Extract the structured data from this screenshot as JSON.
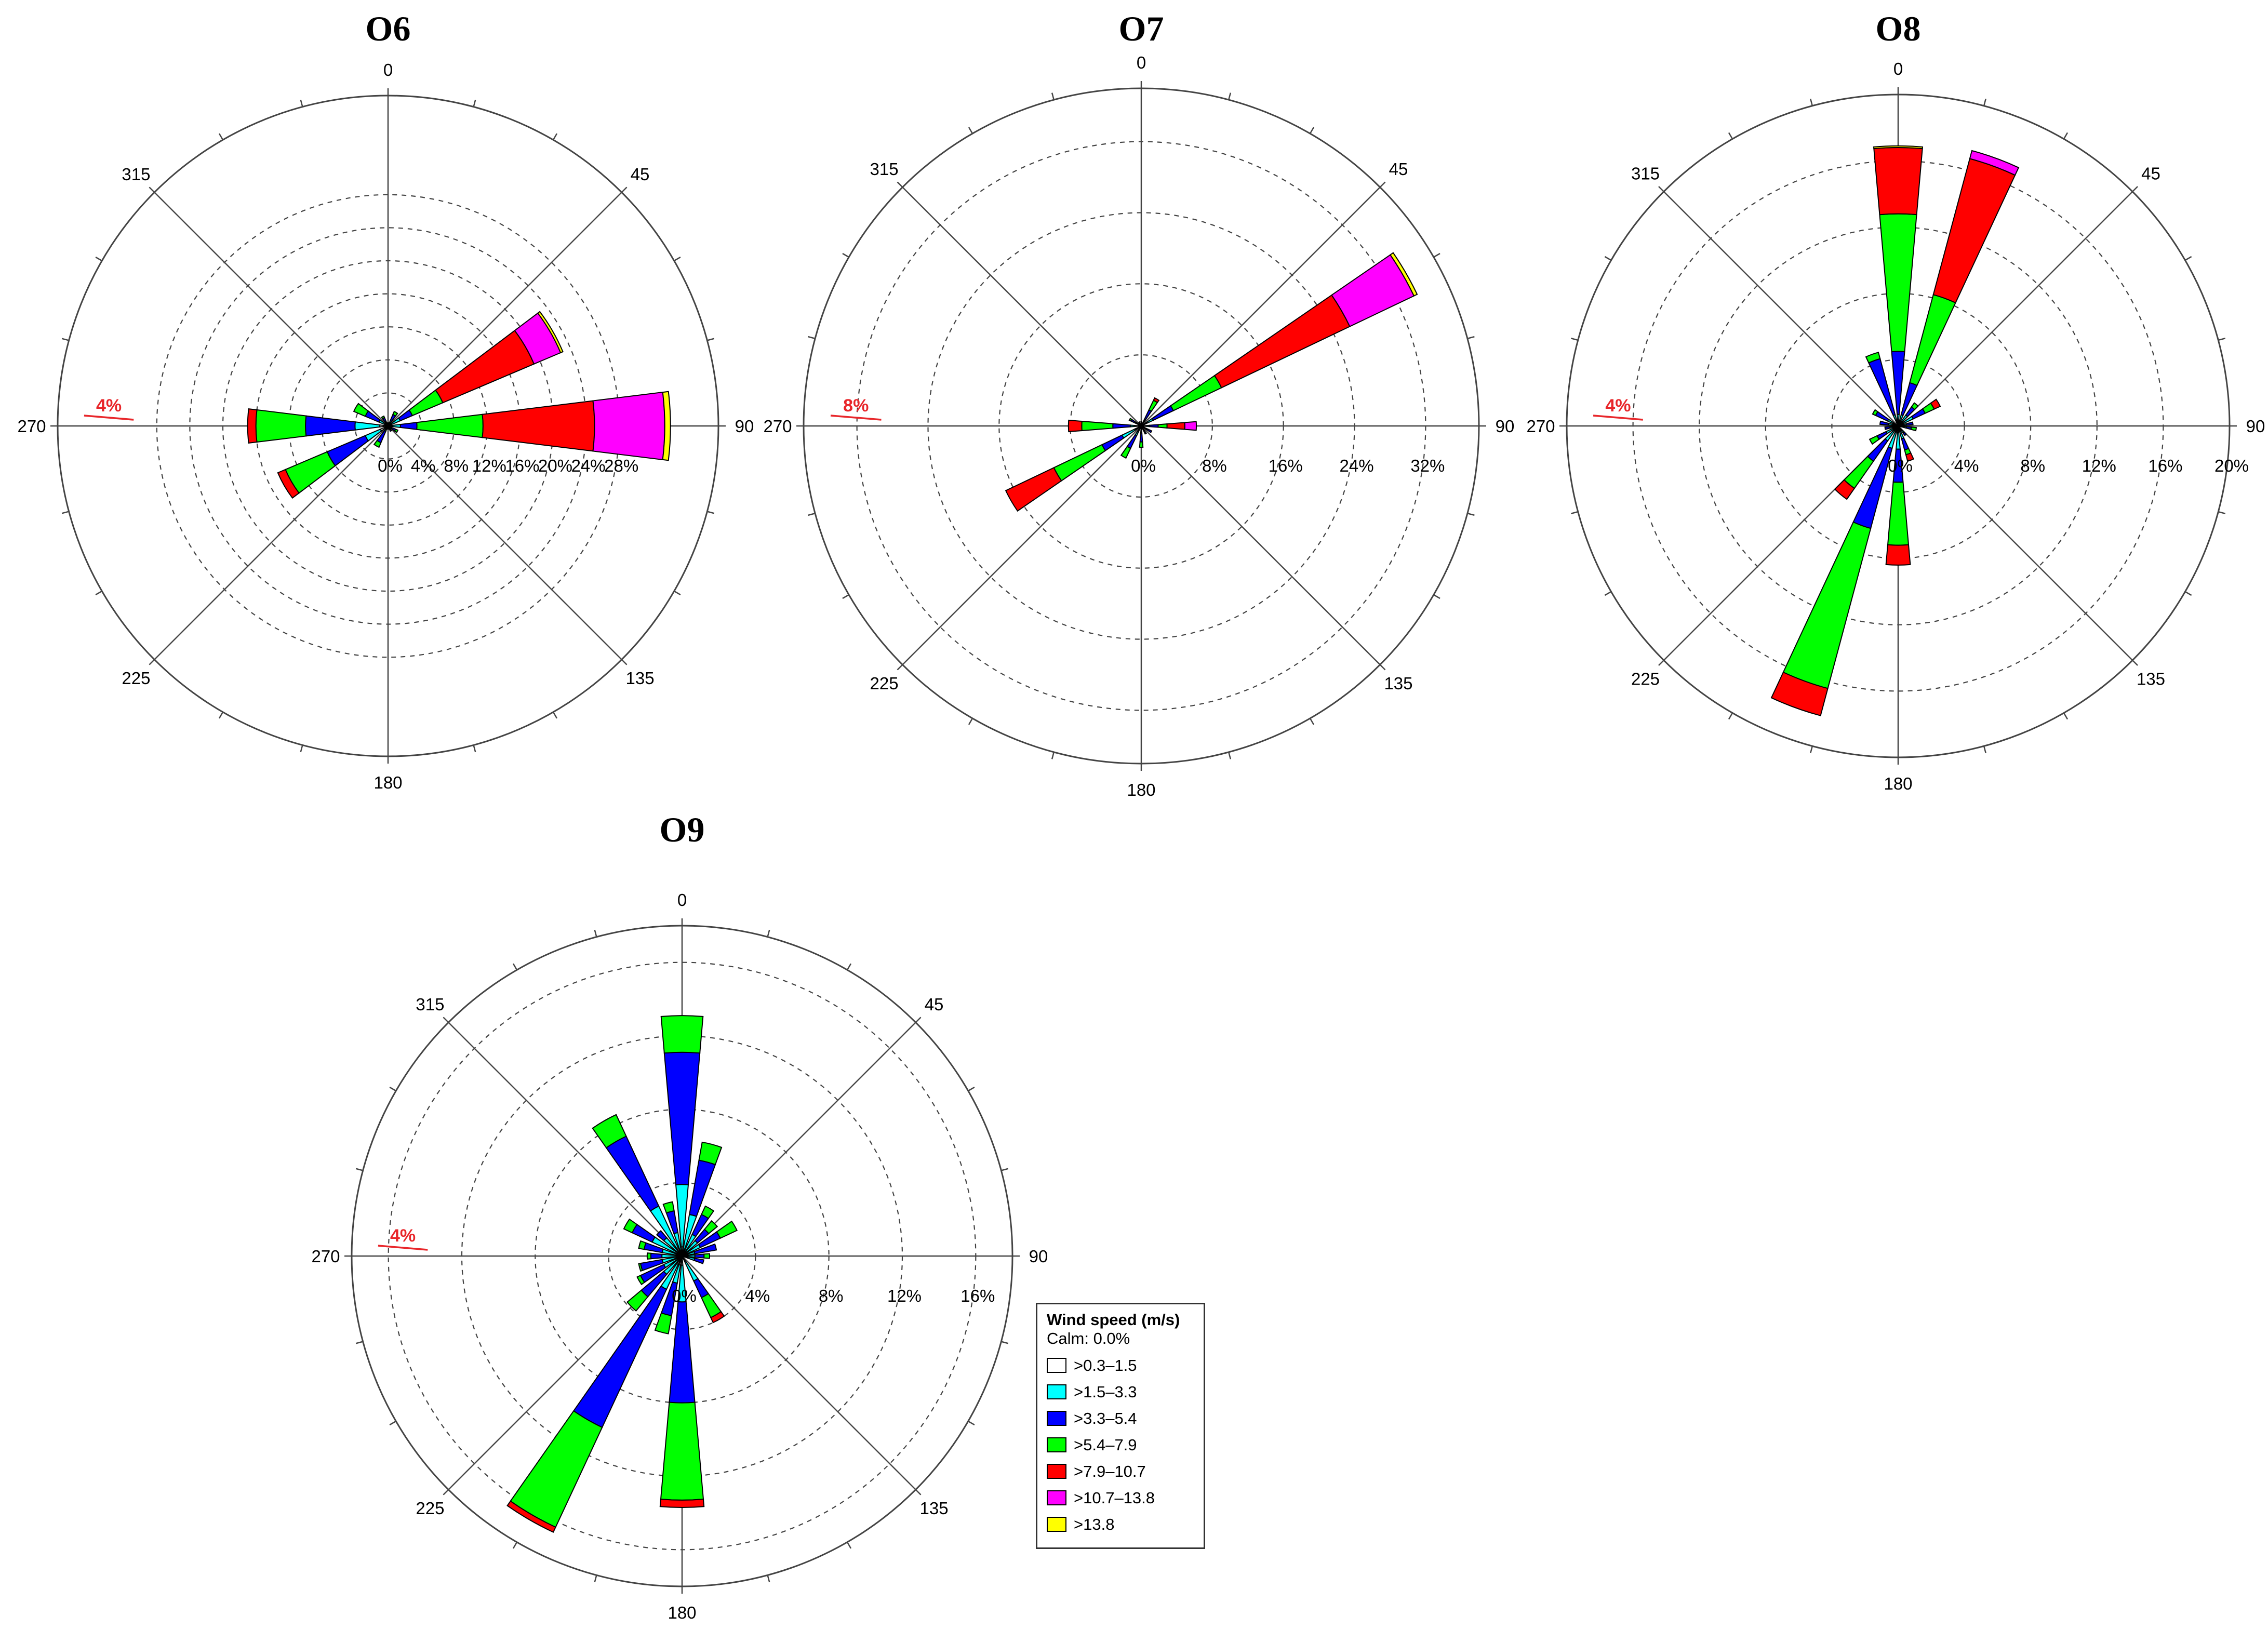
{
  "legend": {
    "title": "Wind speed (m/s)",
    "calm": "Calm: 0.0%",
    "bins": [
      {
        "label": ">0.3–1.5",
        "color": "#ffffff"
      },
      {
        "label": ">1.5–3.3",
        "color": "#00ffff"
      },
      {
        "label": ">3.3–5.4",
        "color": "#0000ff"
      },
      {
        "label": ">5.4–7.9",
        "color": "#00ff00"
      },
      {
        "label": ">7.9–10.7",
        "color": "#ff0000"
      },
      {
        "label": ">10.7–13.8",
        "color": "#ff00ff"
      },
      {
        "label": ">13.8",
        "color": "#ffff00"
      }
    ]
  },
  "chart_data": [
    {
      "type": "wind-rose",
      "title": "O6",
      "direction_labels": [
        "0",
        "45",
        "90",
        "135",
        "180",
        "225",
        "270",
        "315"
      ],
      "radial_ticks": [
        0,
        4,
        8,
        12,
        16,
        20,
        24,
        28
      ],
      "radial_tick_labels": [
        "0%",
        "4%",
        "8%",
        "12%",
        "16%",
        "20%",
        "24%",
        "28%"
      ],
      "rmax": 40,
      "scale_marker": "4%",
      "sectors": [
        {
          "dir": 0,
          "bins": [
            0.2,
            0.2,
            0.0,
            0,
            0,
            0,
            0
          ]
        },
        {
          "dir": 30,
          "bins": [
            0.3,
            0.4,
            0.8,
            0.4,
            0,
            0,
            0
          ]
        },
        {
          "dir": 60,
          "bins": [
            0.4,
            1.2,
            1.6,
            4.0,
            12.0,
            3.5,
            0.3
          ]
        },
        {
          "dir": 90,
          "bins": [
            0.5,
            1.0,
            2.0,
            8.0,
            13.5,
            8.5,
            0.7
          ]
        },
        {
          "dir": 120,
          "bins": [
            0.2,
            0.2,
            0.6,
            0.3,
            0,
            0,
            0
          ]
        },
        {
          "dir": 150,
          "bins": [
            0.2,
            0.2,
            0.3,
            0,
            0,
            0,
            0
          ]
        },
        {
          "dir": 180,
          "bins": [
            0.2,
            0.2,
            0,
            0,
            0,
            0,
            0
          ]
        },
        {
          "dir": 210,
          "bins": [
            0.3,
            0.4,
            1.5,
            0.6,
            0,
            0,
            0
          ]
        },
        {
          "dir": 240,
          "bins": [
            1.0,
            2.0,
            5.0,
            5.5,
            1.0,
            0,
            0
          ]
        },
        {
          "dir": 270,
          "bins": [
            1.0,
            3.0,
            6.0,
            6.0,
            1.0,
            0,
            0
          ]
        },
        {
          "dir": 300,
          "bins": [
            0.4,
            0.8,
            1.8,
            1.5,
            0,
            0,
            0
          ]
        },
        {
          "dir": 330,
          "bins": [
            0.2,
            0.4,
            0.5,
            0.2,
            0,
            0,
            0
          ]
        }
      ]
    },
    {
      "type": "wind-rose",
      "title": "O7",
      "direction_labels": [
        "0",
        "45",
        "90",
        "135",
        "180",
        "225",
        "270",
        "315"
      ],
      "radial_ticks": [
        0,
        8,
        16,
        24,
        32
      ],
      "radial_tick_labels": [
        "0%",
        "8%",
        "16%",
        "24%",
        "32%"
      ],
      "rmax": 38,
      "scale_marker": "8%",
      "sectors": [
        {
          "dir": 0,
          "bins": [
            0.2,
            0.3,
            0,
            0,
            0,
            0,
            0
          ]
        },
        {
          "dir": 30,
          "bins": [
            0.3,
            0.5,
            1.2,
            1.2,
            0.3,
            0,
            0
          ]
        },
        {
          "dir": 60,
          "bins": [
            0.5,
            1.0,
            2.5,
            6.0,
            16.0,
            8.0,
            0.4
          ]
        },
        {
          "dir": 90,
          "bins": [
            0.3,
            0.6,
            1.0,
            1.0,
            2.0,
            1.3,
            0
          ]
        },
        {
          "dir": 120,
          "bins": [
            0.3,
            0.4,
            0.6,
            0,
            0,
            0,
            0
          ]
        },
        {
          "dir": 150,
          "bins": [
            0.2,
            0.3,
            0.5,
            0,
            0,
            0,
            0
          ]
        },
        {
          "dir": 180,
          "bins": [
            0.3,
            0.5,
            1.0,
            0.6,
            0,
            0,
            0
          ]
        },
        {
          "dir": 210,
          "bins": [
            0.4,
            0.8,
            1.6,
            1.2,
            0,
            0,
            0
          ]
        },
        {
          "dir": 240,
          "bins": [
            0.8,
            1.6,
            2.5,
            6.0,
            6.0,
            0,
            0
          ]
        },
        {
          "dir": 270,
          "bins": [
            0.4,
            0.8,
            2.0,
            3.5,
            1.5,
            0,
            0
          ]
        },
        {
          "dir": 300,
          "bins": [
            0.3,
            0.4,
            0.6,
            0.2,
            0,
            0,
            0
          ]
        },
        {
          "dir": 330,
          "bins": [
            0.2,
            0.3,
            0,
            0,
            0,
            0,
            0
          ]
        }
      ]
    },
    {
      "type": "wind-rose",
      "title": "O8",
      "direction_labels": [
        "0",
        "45",
        "90",
        "135",
        "180",
        "225",
        "270",
        "315"
      ],
      "radial_ticks": [
        0,
        4,
        8,
        12,
        16,
        20
      ],
      "radial_tick_labels": [
        "0%",
        "4%",
        "8%",
        "12%",
        "16%",
        "20%"
      ],
      "rmax": 20,
      "scale_marker": "4%",
      "sectors": [
        {
          "dir": 0,
          "bins": [
            0.2,
            0.5,
            3.8,
            8.3,
            4.0,
            0,
            0.1
          ]
        },
        {
          "dir": 20,
          "bins": [
            0.2,
            0.5,
            2.0,
            5.5,
            8.5,
            0.5,
            0
          ]
        },
        {
          "dir": 40,
          "bins": [
            0.3,
            0.5,
            0.6,
            0.3,
            0,
            0,
            0
          ]
        },
        {
          "dir": 60,
          "bins": [
            0.3,
            0.7,
            0.8,
            0.6,
            0.4,
            0,
            0
          ]
        },
        {
          "dir": 80,
          "bins": [
            0.2,
            0.3,
            0.4,
            0,
            0,
            0,
            0
          ]
        },
        {
          "dir": 100,
          "bins": [
            0.2,
            0.3,
            0.3,
            0.3,
            0,
            0,
            0
          ]
        },
        {
          "dir": 140,
          "bins": [
            0.2,
            0.3,
            0.2,
            0,
            0,
            0,
            0
          ]
        },
        {
          "dir": 160,
          "bins": [
            0.3,
            0.5,
            0.7,
            0.3,
            0.4,
            0,
            0
          ]
        },
        {
          "dir": 180,
          "bins": [
            0.4,
            1.0,
            2.0,
            3.8,
            1.2,
            0,
            0
          ]
        },
        {
          "dir": 200,
          "bins": [
            0.4,
            1.0,
            5.0,
            10.0,
            1.7,
            0,
            0
          ]
        },
        {
          "dir": 220,
          "bins": [
            0.3,
            0.8,
            1.5,
            2.0,
            0.8,
            0,
            0
          ]
        },
        {
          "dir": 240,
          "bins": [
            0.3,
            0.5,
            0.6,
            0.5,
            0,
            0,
            0
          ]
        },
        {
          "dir": 260,
          "bins": [
            0.2,
            0.3,
            0.3,
            0,
            0,
            0,
            0
          ]
        },
        {
          "dir": 280,
          "bins": [
            0.2,
            0.4,
            0.5,
            0,
            0,
            0,
            0
          ]
        },
        {
          "dir": 300,
          "bins": [
            0.2,
            0.5,
            0.8,
            0.2,
            0,
            0,
            0
          ]
        },
        {
          "dir": 340,
          "bins": [
            0.2,
            0.5,
            3.5,
            0.4,
            0,
            0,
            0
          ]
        }
      ]
    },
    {
      "type": "wind-rose",
      "title": "O9",
      "direction_labels": [
        "0",
        "45",
        "90",
        "135",
        "180",
        "225",
        "270",
        "315"
      ],
      "radial_ticks": [
        0,
        4,
        8,
        12,
        16
      ],
      "radial_tick_labels": [
        "0%",
        "4%",
        "8%",
        "12%",
        "16%"
      ],
      "rmax": 18,
      "scale_marker": "4%",
      "sectors": [
        {
          "dir": 0,
          "bins": [
            0.5,
            3.4,
            7.2,
            2.0,
            0,
            0,
            0
          ]
        },
        {
          "dir": 15,
          "bins": [
            0.3,
            2.0,
            3.0,
            1.0,
            0,
            0,
            0
          ]
        },
        {
          "dir": 30,
          "bins": [
            0.3,
            1.0,
            1.2,
            0.5,
            0,
            0,
            0
          ]
        },
        {
          "dir": 45,
          "bins": [
            0.3,
            0.8,
            0.8,
            0.6,
            0,
            0,
            0
          ]
        },
        {
          "dir": 60,
          "bins": [
            0.3,
            0.8,
            1.2,
            1.0,
            0,
            0,
            0
          ]
        },
        {
          "dir": 75,
          "bins": [
            0.3,
            0.4,
            1.2,
            0,
            0,
            0,
            0
          ]
        },
        {
          "dir": 90,
          "bins": [
            0.3,
            0.4,
            0.5,
            0.3,
            0,
            0,
            0
          ]
        },
        {
          "dir": 105,
          "bins": [
            0.3,
            0.4,
            0.5,
            0,
            0,
            0,
            0
          ]
        },
        {
          "dir": 150,
          "bins": [
            0.3,
            1.2,
            1.0,
            1.2,
            0.3,
            0,
            0
          ]
        },
        {
          "dir": 180,
          "bins": [
            0.5,
            2.0,
            5.5,
            5.3,
            0.4,
            0,
            0
          ]
        },
        {
          "dir": 195,
          "bins": [
            0.5,
            1.0,
            1.8,
            1.0,
            0,
            0,
            0
          ]
        },
        {
          "dir": 210,
          "bins": [
            0.5,
            1.5,
            8.3,
            6.0,
            0.3,
            0,
            0
          ]
        },
        {
          "dir": 225,
          "bins": [
            0.3,
            1.0,
            1.6,
            1.0,
            0,
            0,
            0
          ]
        },
        {
          "dir": 240,
          "bins": [
            0.3,
            0.8,
            1.4,
            0.2,
            0,
            0,
            0
          ]
        },
        {
          "dir": 255,
          "bins": [
            0.3,
            0.8,
            1.2,
            0.1,
            0,
            0,
            0
          ]
        },
        {
          "dir": 270,
          "bins": [
            0.3,
            0.8,
            0.6,
            0.2,
            0,
            0,
            0
          ]
        },
        {
          "dir": 285,
          "bins": [
            0.3,
            0.8,
            1.0,
            0.3,
            0,
            0,
            0
          ]
        },
        {
          "dir": 300,
          "bins": [
            0.3,
            1.5,
            1.2,
            0.5,
            0,
            0,
            0
          ]
        },
        {
          "dir": 315,
          "bins": [
            0.3,
            1.0,
            0.5,
            0,
            0,
            0,
            0
          ]
        },
        {
          "dir": 330,
          "bins": [
            0.5,
            2.5,
            4.2,
            1.3,
            0,
            0,
            0
          ]
        },
        {
          "dir": 345,
          "bins": [
            0.3,
            1.0,
            1.2,
            0.5,
            0,
            0,
            0
          ]
        }
      ]
    }
  ]
}
